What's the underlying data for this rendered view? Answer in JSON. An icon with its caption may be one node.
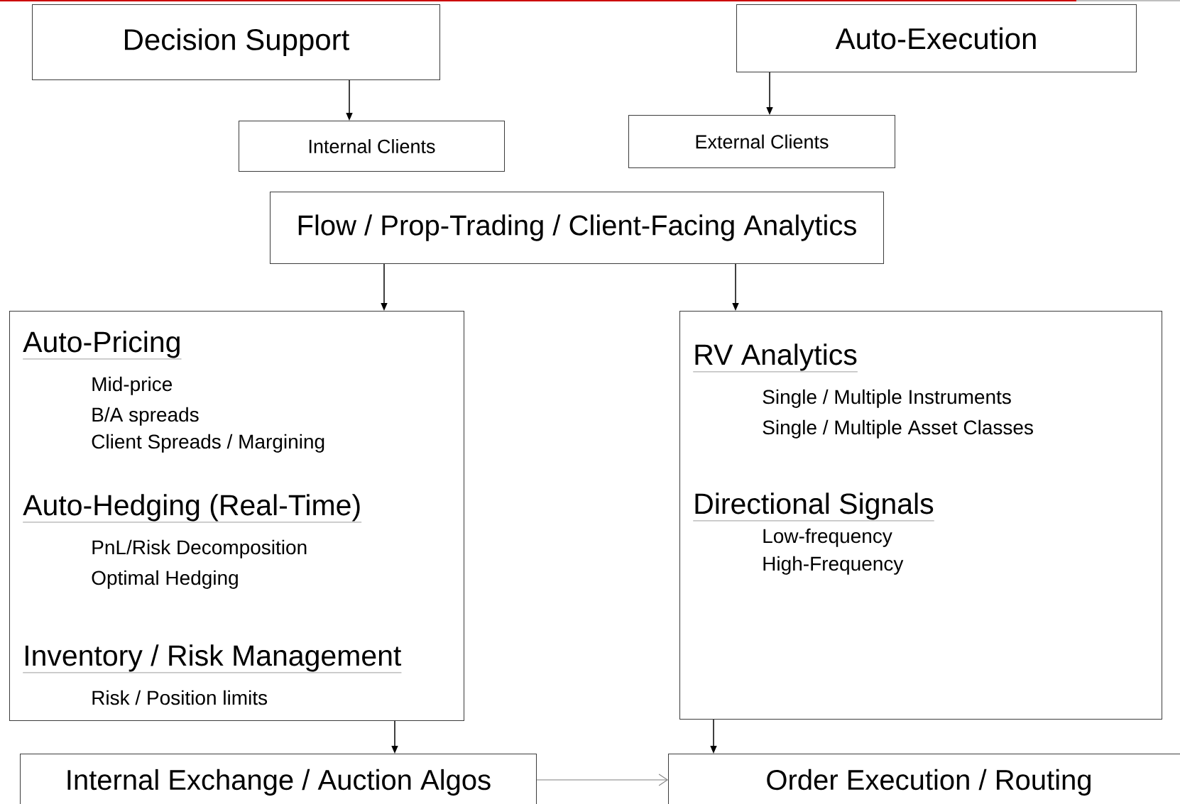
{
  "diagram": {
    "nodes": [
      {
        "text": [
          "Decision Support"
        ]
      },
      {
        "text": [
          "Auto-Execution"
        ]
      },
      {
        "text": [
          "Internal Clients"
        ]
      },
      {
        "text": [
          "External Clients"
        ]
      },
      {
        "text": [
          "Flow / Prop-Trading / Client-Facing Analytics"
        ]
      },
      {
        "text": [
          "Auto-Pricing",
          "Mid-price",
          "B/A spreads",
          "Client Spreads /  Margining",
          "Auto-Hedging (Real-Time)",
          "PnL/Risk Decomposition",
          "Optimal Hedging",
          "Inventory / Risk Management",
          "Risk / Position limits"
        ]
      },
      {
        "text": [
          "RV Analytics",
          "Single / Multiple Instruments",
          "Single / Multiple Asset Classes",
          "Directional Signals",
          "Low-frequency",
          "High-Frequency"
        ]
      },
      {
        "text": [
          "Internal Exchange / Auction Algos"
        ]
      },
      {
        "text": [
          "Order Execution / Routing"
        ]
      }
    ],
    "edges": [
      {
        "from": 0,
        "to": 2,
        "arrow": "to"
      },
      {
        "from": 1,
        "to": 3,
        "arrow": "to"
      },
      {
        "from": 4,
        "to": 5,
        "arrow": "to"
      },
      {
        "from": 4,
        "to": 6,
        "arrow": "to"
      },
      {
        "from": 5,
        "to": 7,
        "arrow": "to"
      },
      {
        "from": 6,
        "to": 8,
        "arrow": "to"
      },
      {
        "from": 7,
        "to": 8,
        "arrow": "to",
        "color": "#808080"
      }
    ]
  }
}
